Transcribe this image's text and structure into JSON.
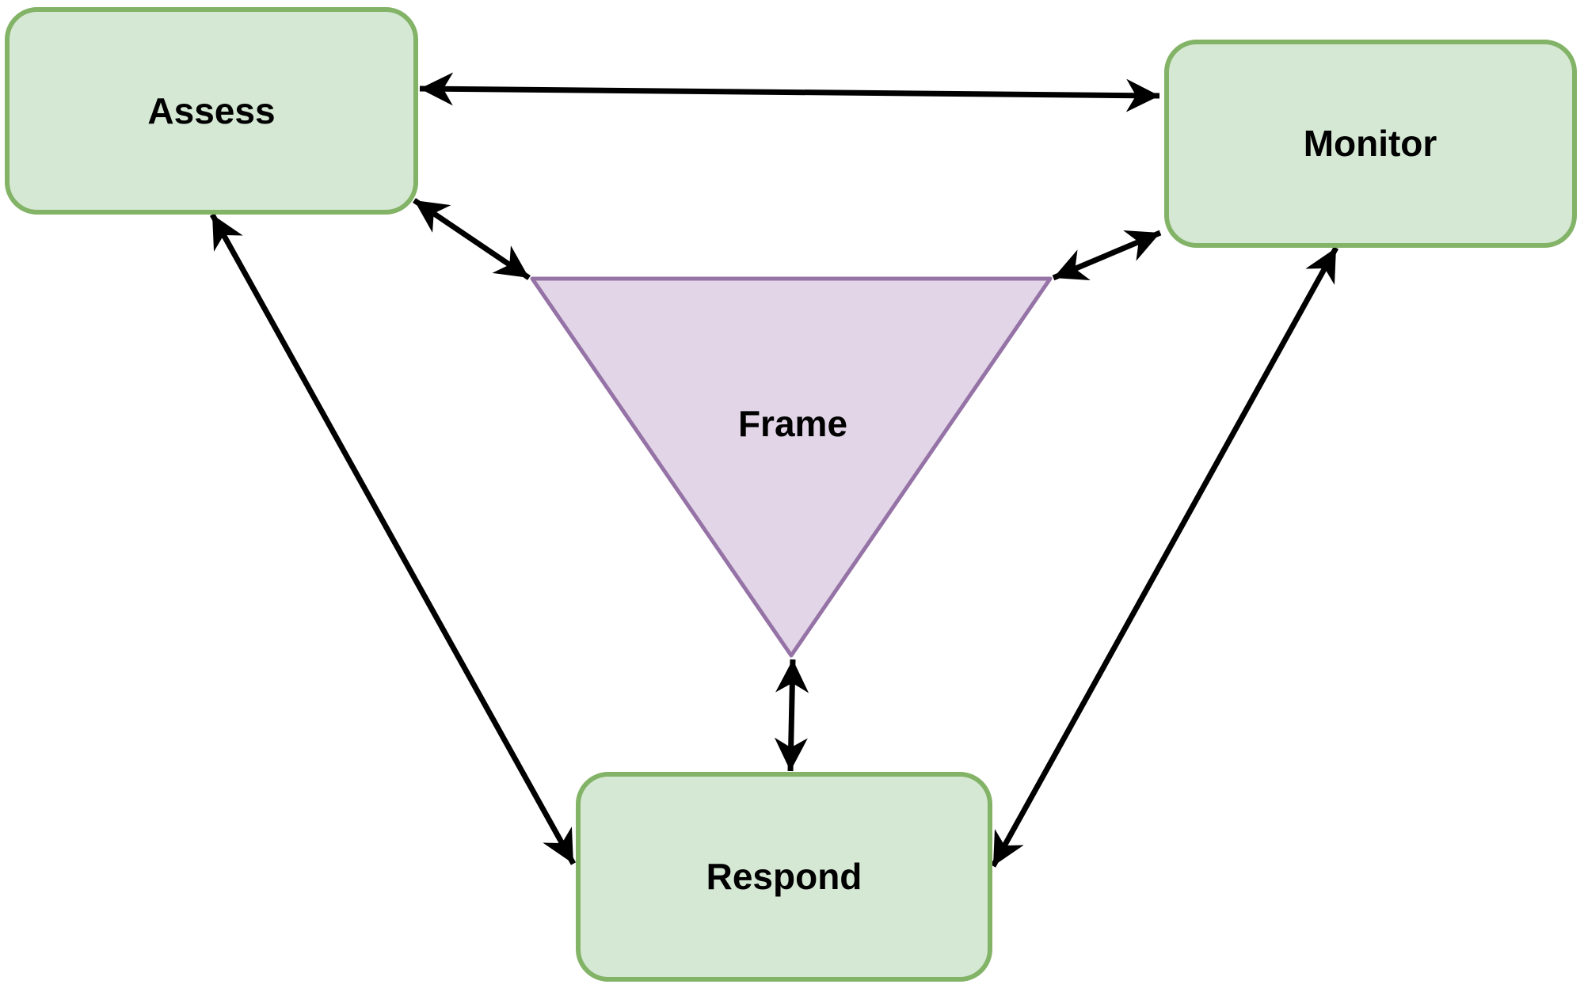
{
  "diagram": {
    "description": "Risk management cycle diagram: Frame, Assess, Monitor, Respond",
    "nodes": [
      {
        "id": "assess",
        "label": "Assess",
        "shape": "rounded-rectangle",
        "position": "top-left"
      },
      {
        "id": "monitor",
        "label": "Monitor",
        "shape": "rounded-rectangle",
        "position": "top-right"
      },
      {
        "id": "frame",
        "label": "Frame",
        "shape": "inverted-triangle",
        "position": "center"
      },
      {
        "id": "respond",
        "label": "Respond",
        "shape": "rounded-rectangle",
        "position": "bottom-center"
      }
    ],
    "edges": [
      {
        "from": "Assess",
        "to": "Monitor",
        "style": "double-headed-arrow"
      },
      {
        "from": "Assess",
        "to": "Frame",
        "style": "double-headed-arrow"
      },
      {
        "from": "Monitor",
        "to": "Frame",
        "style": "double-headed-arrow"
      },
      {
        "from": "Frame",
        "to": "Respond",
        "style": "double-headed-arrow"
      },
      {
        "from": "Assess",
        "to": "Respond",
        "style": "double-headed-arrow"
      },
      {
        "from": "Monitor",
        "to": "Respond",
        "style": "double-headed-arrow"
      }
    ]
  },
  "colors": {
    "background": "#ffffff",
    "node_fill": "#d5e8d4",
    "node_stroke": "#82b366",
    "triangle_fill": "#e1d5e7",
    "triangle_stroke": "#9673a6",
    "arrow": "#000000",
    "text": "#000000"
  }
}
